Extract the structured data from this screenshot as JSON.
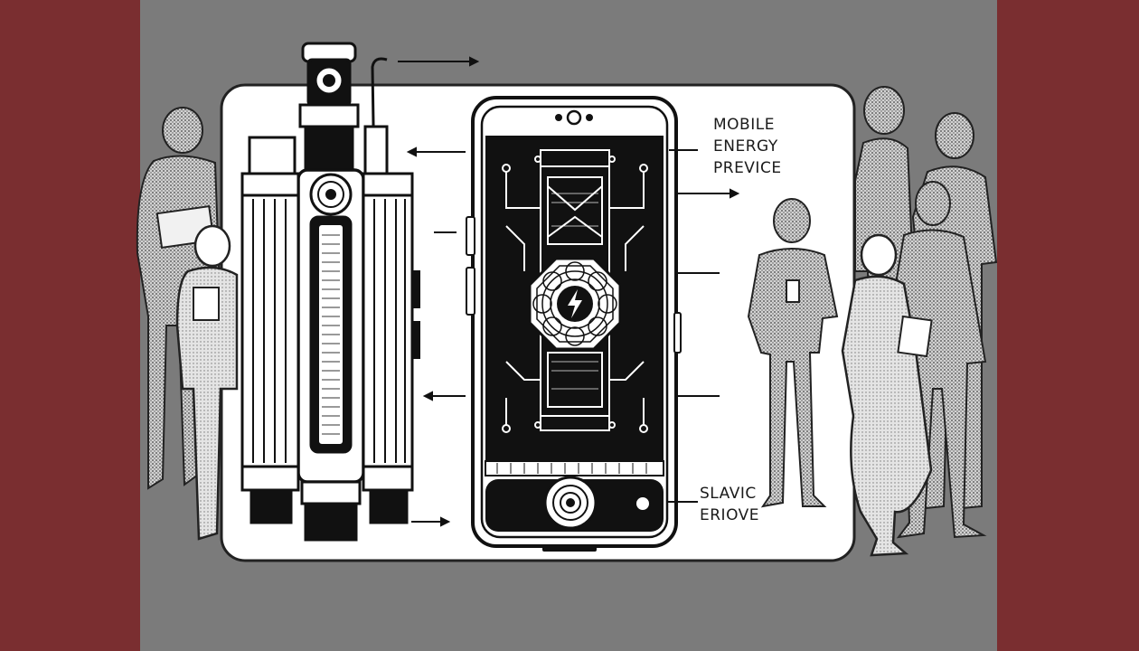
{
  "labels": {
    "top": [
      "MOBILE",
      "ENERGY",
      "PREVICE"
    ],
    "bottom": [
      "SLAVIC",
      "ERIOVE"
    ]
  },
  "colors": {
    "side_band": "#7a2e30",
    "background": "#7b7b7b",
    "panel": "#ffffff",
    "ink": "#111111",
    "figure": "#5c5c5c"
  },
  "icons": [
    "lightning-bolt-icon",
    "camera-lens-icon"
  ]
}
